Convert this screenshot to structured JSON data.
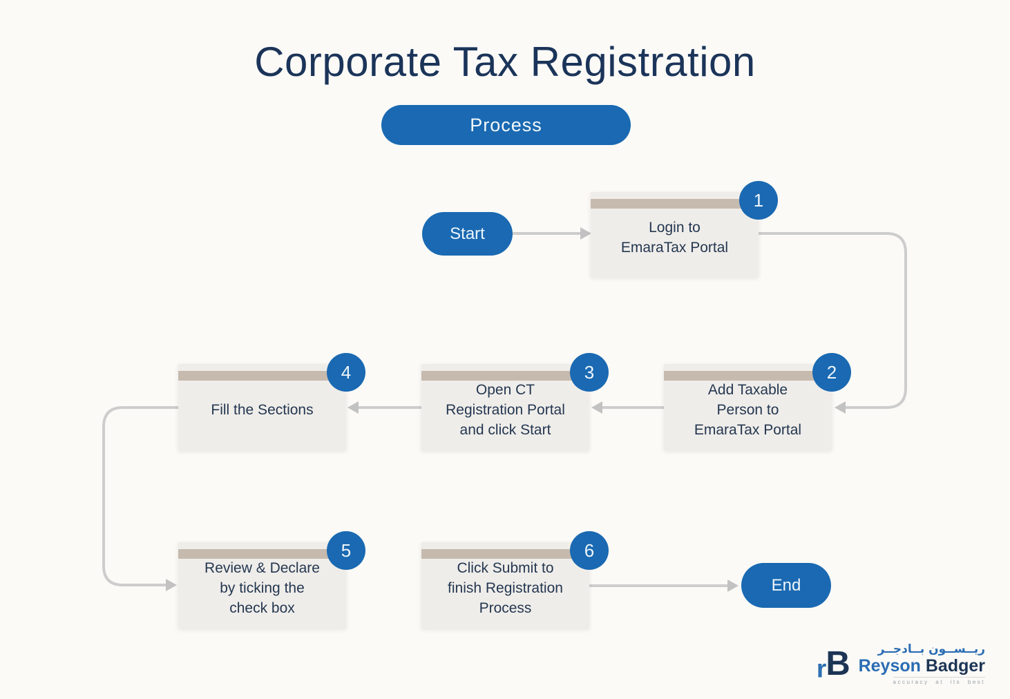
{
  "title": "Corporate Tax Registration",
  "badge": {
    "label": "Process"
  },
  "flow": {
    "start": {
      "label": "Start"
    },
    "end": {
      "label": "End"
    },
    "steps": [
      {
        "number": "1",
        "label": "Login to\nEmaraTax Portal"
      },
      {
        "number": "2",
        "label": "Add Taxable\nPerson to\nEmaraTax Portal"
      },
      {
        "number": "3",
        "label": "Open CT\nRegistration Portal\nand click Start"
      },
      {
        "number": "4",
        "label": "Fill the Sections"
      },
      {
        "number": "5",
        "label": "Review & Declare\nby ticking the\ncheck box"
      },
      {
        "number": "6",
        "label": "Click Submit to\nfinish Registration\nProcess"
      }
    ]
  },
  "logo": {
    "arabic": "ريــســون بــادجــر",
    "name_primary": "Reyson",
    "name_secondary": "Badger",
    "tagline": "accuracy at its best"
  },
  "colors": {
    "background": "#fbfaf7",
    "accent_blue": "#1a69b2",
    "title_navy": "#1b3459",
    "box_text_navy": "#243750",
    "box_fill": "#efedea",
    "box_header_tan": "#c6baae",
    "connector_gray": "#cdcdcd",
    "logo_blue": "#2a6cb3",
    "logo_navy": "#1d3555"
  }
}
